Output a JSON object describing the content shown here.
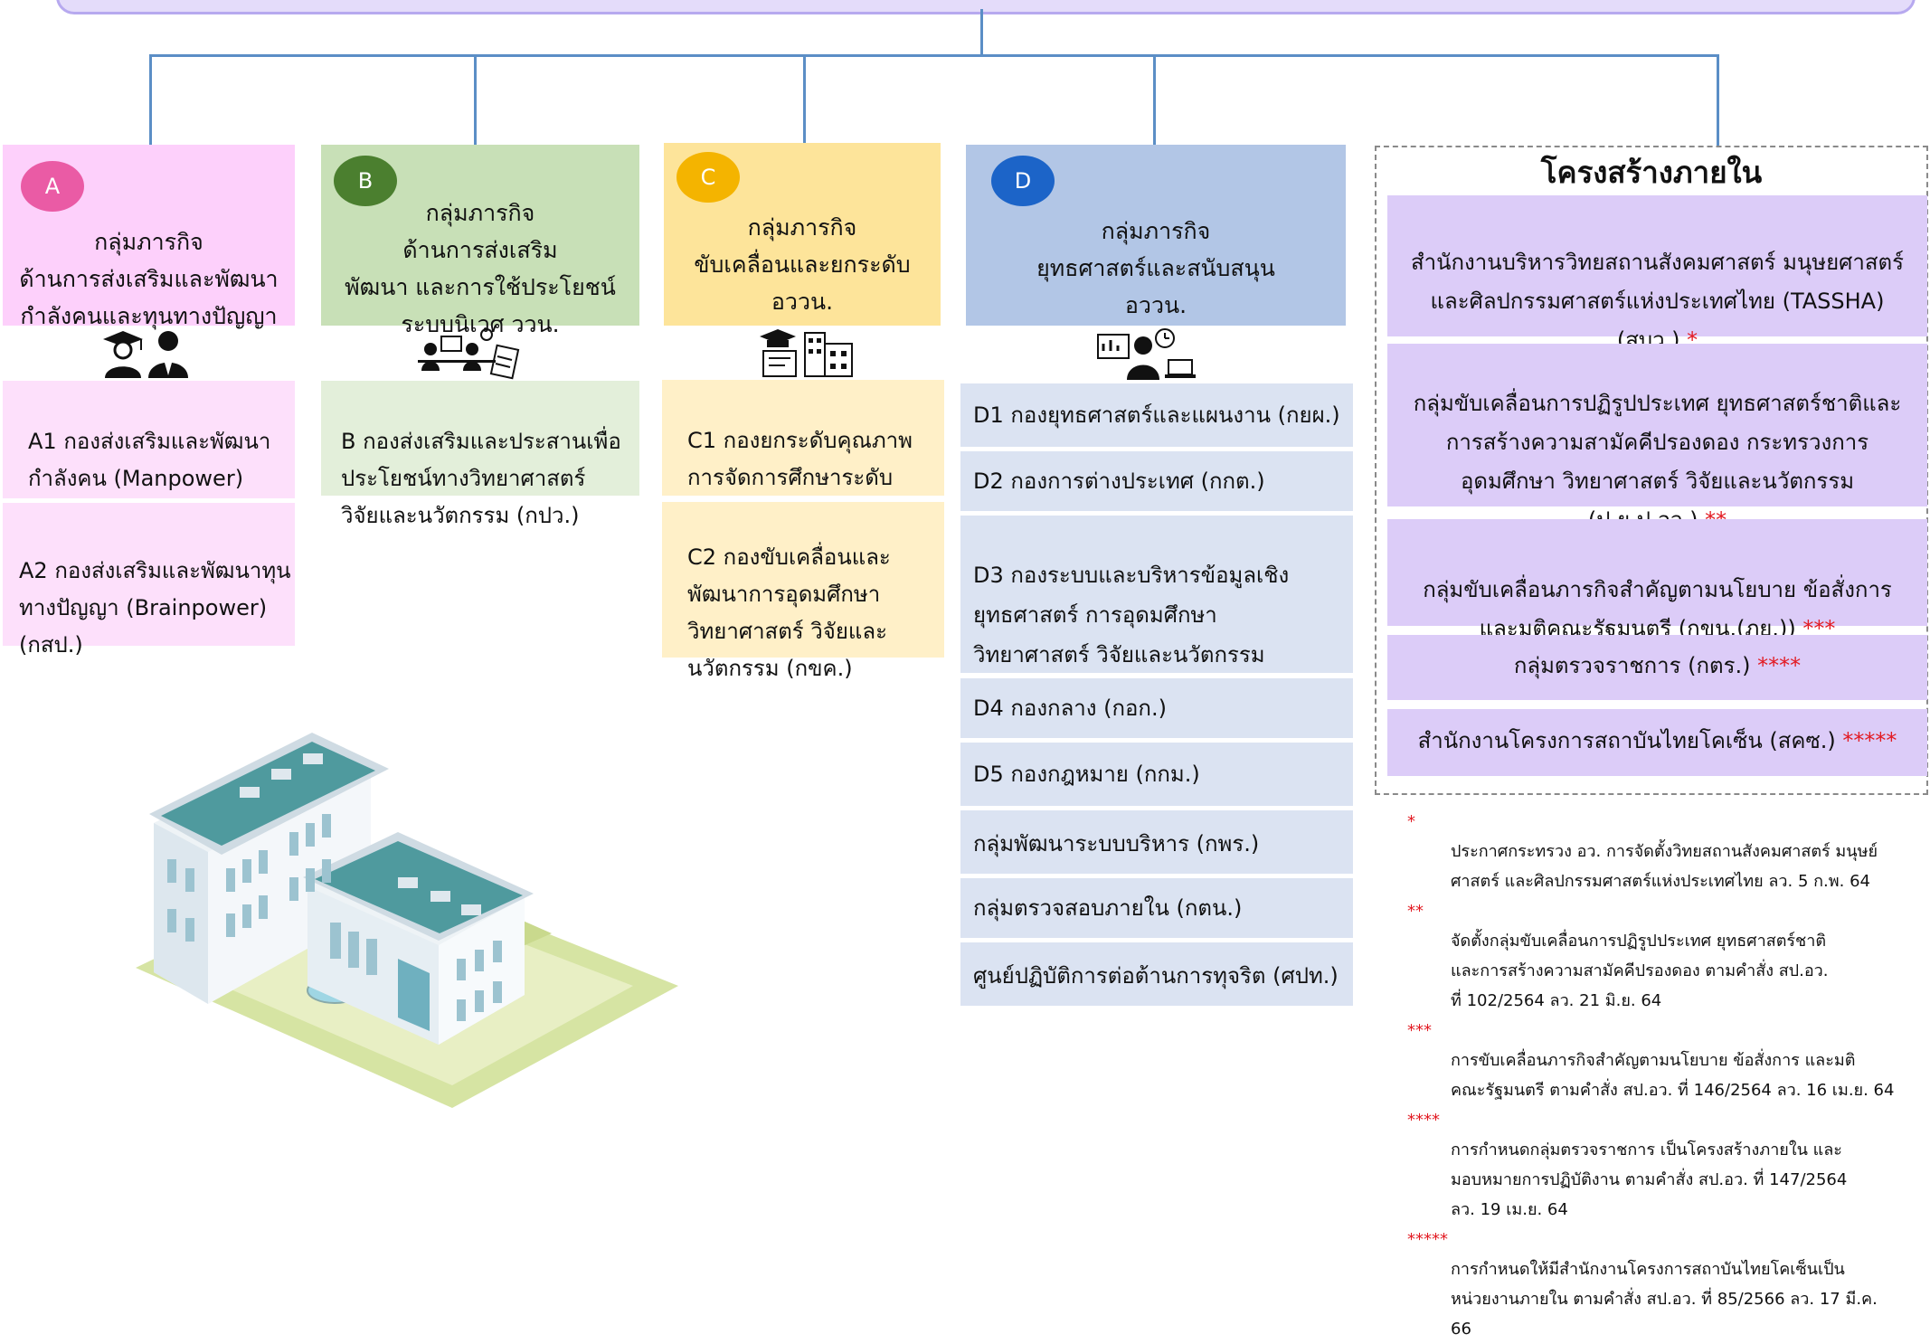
{
  "groups": {
    "a": {
      "badge": "A",
      "title": "กลุ่มภารกิจ\nด้านการส่งเสริมและพัฒนา\nกำลังคนและทุนทางปัญญา",
      "units": [
        "A1 กองส่งเสริมและพัฒนา\n      กำลังคน (Manpower)\n      (กสค.)",
        "A2 กองส่งเสริมและพัฒนาทุน\n      ทางปัญญา (Brainpower)\n      (กสป.)"
      ]
    },
    "b": {
      "badge": "B",
      "title": "กลุ่มภารกิจ\nด้านการส่งเสริม\nพัฒนา และการใช้ประโยชน์\nระบบนิเวศ ววน.",
      "units": [
        "B กองส่งเสริมและประสานเพื่อ\n     ประโยชน์ทางวิทยาศาสตร์\n     วิจัยและนวัตกรรม (กปว.)"
      ]
    },
    "c": {
      "badge": "C",
      "title": "กลุ่มภารกิจ\nขับเคลื่อนและยกระดับ\nอววน.",
      "units": [
        "C1 กองยกระดับคุณภาพ\n      การจัดการศึกษาระดับ\n      อุดมศึกษา (กคอ.)",
        "C2 กองขับเคลื่อนและ\n      พัฒนาการอุดมศึกษา\n      วิทยาศาสตร์ วิจัยและ\n      นวัตกรรม (กขค.)"
      ]
    },
    "d": {
      "badge": "D",
      "title": "กลุ่มภารกิจ\nยุทธศาสตร์และสนับสนุน\nอววน.",
      "units": [
        "D1 กองยุทธศาสตร์และแผนงาน (กยผ.)",
        "D2 กองการต่างประเทศ (กกต.)",
        "D3 กองระบบและบริหารข้อมูลเชิง\n      ยุทธศาสตร์ การอุดมศึกษา\n      วิทยาศาสตร์ วิจัยและนวัตกรรม\n      (กรข.)",
        "D4 กองกลาง (กอก.)",
        "D5 กองกฎหมาย (กกม.)",
        "กลุ่มพัฒนาระบบบริหาร (กพร.)",
        "กลุ่มตรวจสอบภายใน (กตน.)",
        "ศูนย์ปฏิบัติการต่อต้านการทุจริต (ศปท.)"
      ]
    }
  },
  "internal": {
    "title": "โครงสร้างภายใน",
    "items": [
      {
        "text": "สำนักงานบริหารวิทยสถานสังคมศาสตร์ มนุษยศาสตร์\nและศิลปกรรมศาสตร์แห่งประเทศไทย (TASSHA)\n(สบว.) ",
        "mark": "*"
      },
      {
        "text": "กลุ่มขับเคลื่อนการปฏิรูปประเทศ ยุทธศาสตร์ชาติและ\nการสร้างความสามัคคีปรองดอง กระทรวงการ\nอุดมศึกษา วิทยาศาสตร์ วิจัยและนวัตกรรม\n(ป.ย.ป.อว.) ",
        "mark": "**"
      },
      {
        "text": "กลุ่มขับเคลื่อนภารกิจสำคัญตามนโยบาย ข้อสั่งการ\nและมติคณะรัฐมนตรี (กขน.(ภย.)) ",
        "mark": "***"
      },
      {
        "text": "กลุ่มตรวจราชการ (กตร.) ",
        "mark": "****"
      },
      {
        "text": "สำนักงานโครงการสถาบันไทยโคเซ็น (สคซ.) ",
        "mark": "*****"
      }
    ]
  },
  "notes": [
    {
      "mark": "*",
      "text": "ประกาศกระทรวง อว. การจัดตั้งวิทยสถานสังคมศาสตร์ มนุษย์\nศาสตร์ และศิลปกรรมศาสตร์แห่งประเทศไทย ลว. 5 ก.พ. 64"
    },
    {
      "mark": "**",
      "text": "จัดตั้งกลุ่มขับเคลื่อนการปฏิรูปประเทศ ยุทธศาสตร์ชาติ\nและการสร้างความสามัคคีปรองดอง ตามคำสั่ง สป.อว.\nที่ 102/2564 ลว. 21 มิ.ย. 64"
    },
    {
      "mark": "***",
      "text": "การขับเคลื่อนภารกิจสำคัญตามนโยบาย ข้อสั่งการ และมติ\nคณะรัฐมนตรี ตามคำสั่ง สป.อว. ที่ 146/2564 ลว. 16 เม.ย. 64"
    },
    {
      "mark": "****",
      "text": "การกำหนดกลุ่มตรวจราชการ เป็นโครงสร้างภายใน และ\nมอบหมายการปฏิบัติงาน ตามคำสั่ง สป.อว. ที่ 147/2564\nลว. 19 เม.ย. 64"
    },
    {
      "mark": "*****",
      "text": "การกำหนดให้มีสำนักงานโครงการสถาบันไทยโคเซ็นเป็น\nหน่วยงานภายใน ตามคำสั่ง สป.อว. ที่ 85/2566 ลว. 17 มี.ค. 66"
    }
  ],
  "colors": {
    "connector": "#5b8ec6",
    "group_a": "#fdd0fb",
    "group_b": "#c8e0b7",
    "group_c": "#fde49a",
    "group_d": "#b2c6e6",
    "internal": "#dcccf8",
    "mark": "#e21b23"
  }
}
